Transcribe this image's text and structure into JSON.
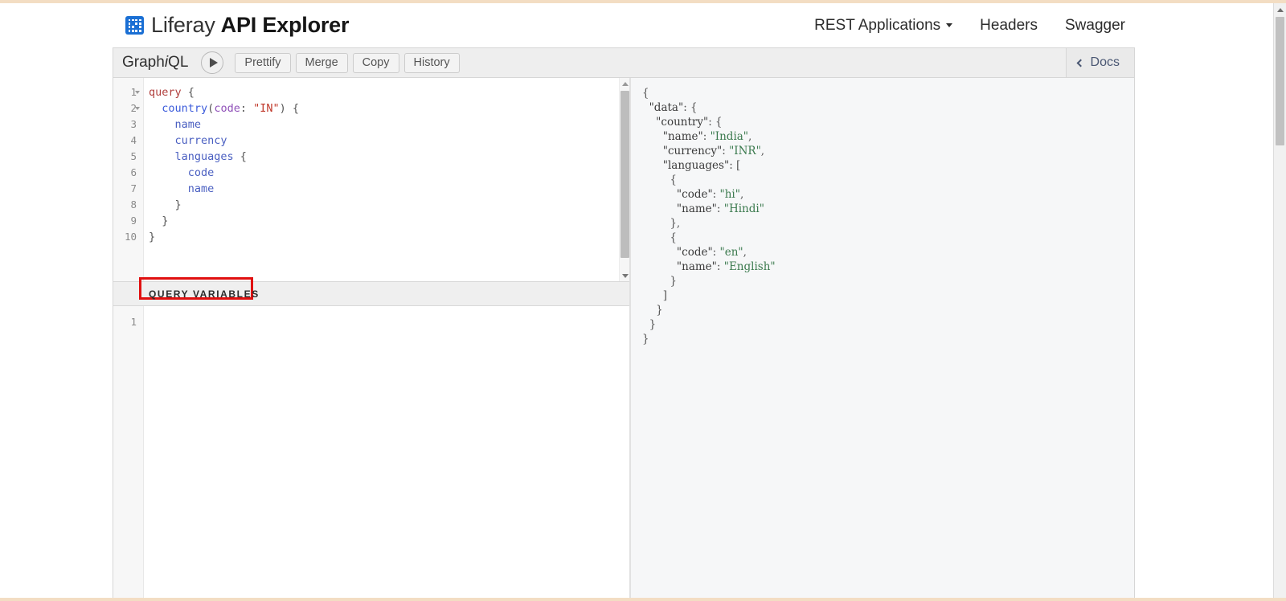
{
  "header": {
    "brand_light": "Liferay",
    "brand_bold": "API Explorer",
    "logo_icon": "liferay-logo-icon",
    "nav": [
      {
        "label": "REST Applications",
        "has_caret": true
      },
      {
        "label": "Headers",
        "has_caret": false
      },
      {
        "label": "Swagger",
        "has_caret": false
      }
    ]
  },
  "toolbar": {
    "title_part1": "Graph",
    "title_italic": "i",
    "title_part2": "QL",
    "execute_icon": "play-icon",
    "buttons": [
      "Prettify",
      "Merge",
      "Copy",
      "History"
    ],
    "docs_label": "Docs",
    "docs_icon": "chevron-left-icon"
  },
  "query_editor": {
    "lines": [
      {
        "n": "1",
        "foldable": true,
        "tokens": [
          {
            "t": "query",
            "c": "t-kw"
          },
          {
            "t": " ",
            "c": "t-punc"
          },
          {
            "t": "{",
            "c": "t-punc"
          }
        ]
      },
      {
        "n": "2",
        "foldable": true,
        "tokens": [
          {
            "t": "  ",
            "c": "t-punc"
          },
          {
            "t": "country",
            "c": "t-def"
          },
          {
            "t": "(",
            "c": "t-punc"
          },
          {
            "t": "code",
            "c": "t-attr"
          },
          {
            "t": ": ",
            "c": "t-punc"
          },
          {
            "t": "\"IN\"",
            "c": "t-str"
          },
          {
            "t": ") ",
            "c": "t-punc"
          },
          {
            "t": "{",
            "c": "t-punc"
          }
        ]
      },
      {
        "n": "3",
        "foldable": false,
        "tokens": [
          {
            "t": "    ",
            "c": "t-punc"
          },
          {
            "t": "name",
            "c": "t-field"
          }
        ]
      },
      {
        "n": "4",
        "foldable": false,
        "tokens": [
          {
            "t": "    ",
            "c": "t-punc"
          },
          {
            "t": "currency",
            "c": "t-field"
          }
        ]
      },
      {
        "n": "5",
        "foldable": false,
        "tokens": [
          {
            "t": "    ",
            "c": "t-punc"
          },
          {
            "t": "languages",
            "c": "t-field"
          },
          {
            "t": " {",
            "c": "t-punc"
          }
        ]
      },
      {
        "n": "6",
        "foldable": false,
        "tokens": [
          {
            "t": "      ",
            "c": "t-punc"
          },
          {
            "t": "code",
            "c": "t-field"
          }
        ]
      },
      {
        "n": "7",
        "foldable": false,
        "tokens": [
          {
            "t": "      ",
            "c": "t-punc"
          },
          {
            "t": "name",
            "c": "t-field"
          }
        ]
      },
      {
        "n": "8",
        "foldable": false,
        "tokens": [
          {
            "t": "    }",
            "c": "t-punc"
          }
        ]
      },
      {
        "n": "9",
        "foldable": false,
        "tokens": [
          {
            "t": "  }",
            "c": "t-punc"
          }
        ]
      },
      {
        "n": "10",
        "foldable": false,
        "tokens": [
          {
            "t": "}",
            "c": "t-punc"
          }
        ]
      }
    ]
  },
  "variables": {
    "title": "QUERY VARIABLES",
    "highlight_color": "#e01010",
    "lines": [
      {
        "n": "1",
        "text": ""
      }
    ]
  },
  "response": {
    "lines": [
      "{",
      "  \"data\": {",
      "    \"country\": {",
      "      \"name\": \"India\",",
      "      \"currency\": \"INR\",",
      "      \"languages\": [",
      "        {",
      "          \"code\": \"hi\",",
      "          \"name\": \"Hindi\"",
      "        },",
      "        {",
      "          \"code\": \"en\",",
      "          \"name\": \"English\"",
      "        }",
      "      ]",
      "    }",
      "  }",
      "}"
    ]
  }
}
